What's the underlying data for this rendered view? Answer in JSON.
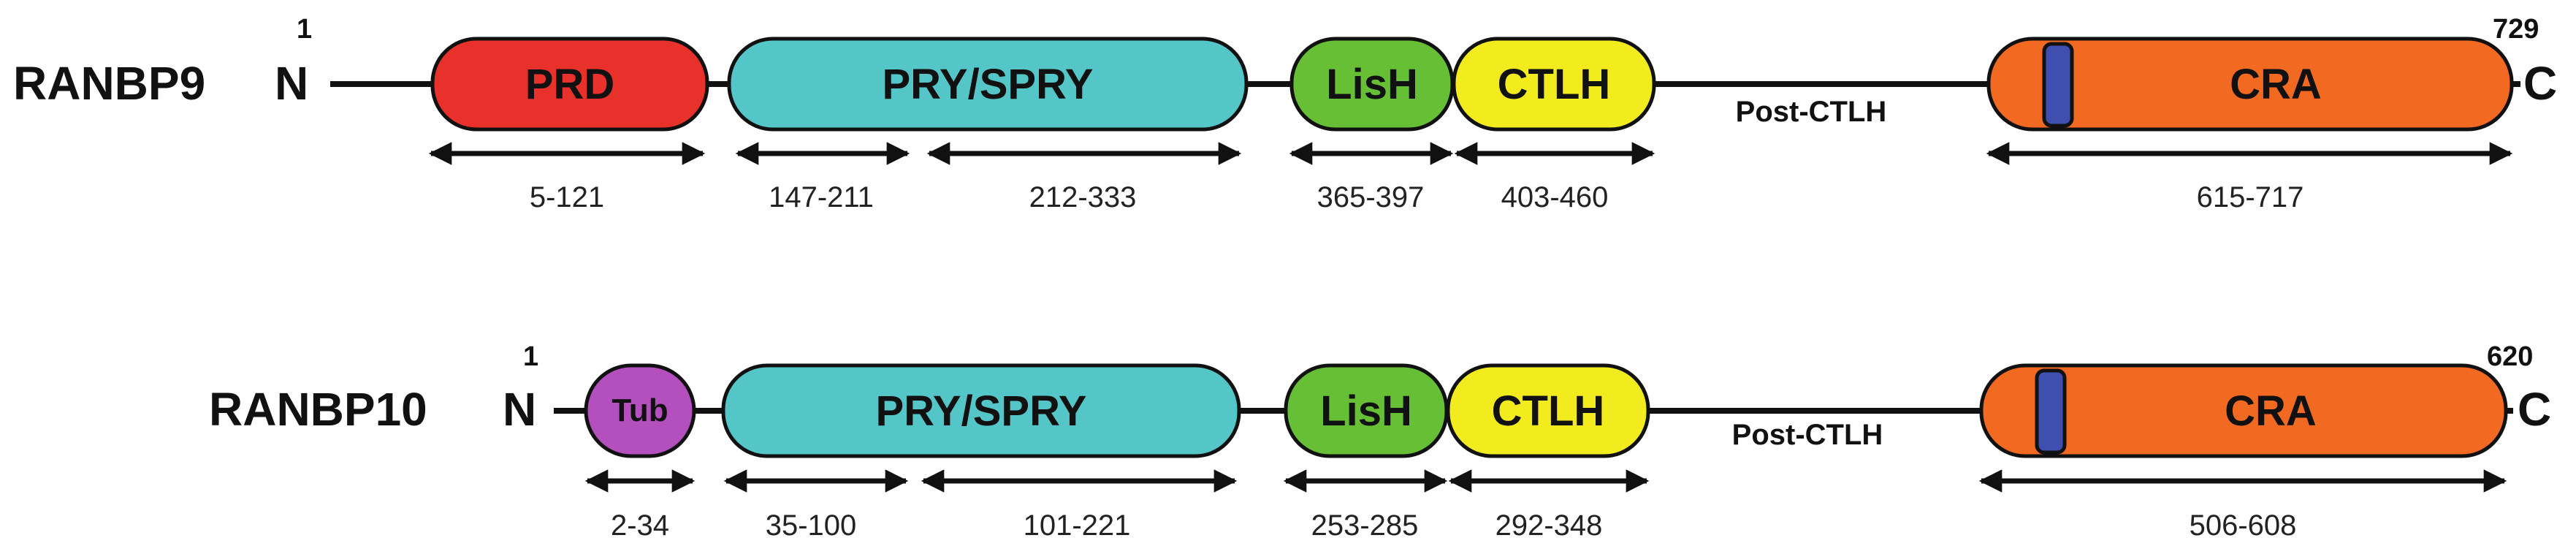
{
  "rows": [
    {
      "protein": "RANBP9",
      "n_term": "N",
      "c_term": "C",
      "start": "1",
      "end": "729",
      "domains": [
        {
          "label": "PRD",
          "color": "#e8312a"
        },
        {
          "label": "PRY/SPRY",
          "color": "#55c6c8"
        },
        {
          "label": "LisH",
          "color": "#66bf35"
        },
        {
          "label": "CTLH",
          "color": "#f2ec1f"
        },
        {
          "label": "CRA",
          "color": "#f26a22"
        }
      ],
      "region": "Post-CTLH",
      "ranges": [
        "5-121",
        "147-211",
        "212-333",
        "365-397",
        "403-460",
        "615-717"
      ]
    },
    {
      "protein": "RANBP10",
      "n_term": "N",
      "c_term": "C",
      "start": "1",
      "end": "620",
      "domains": [
        {
          "label": "Tub",
          "color": "#b44fbe"
        },
        {
          "label": "PRY/SPRY",
          "color": "#55c6c8"
        },
        {
          "label": "LisH",
          "color": "#66bf35"
        },
        {
          "label": "CTLH",
          "color": "#f2ec1f"
        },
        {
          "label": "CRA",
          "color": "#f26a22"
        }
      ],
      "region": "Post-CTLH",
      "ranges": [
        "2-34",
        "35-100",
        "101-221",
        "253-285",
        "292-348",
        "506-608"
      ]
    }
  ],
  "colors": {
    "line": "#111111",
    "stripe": "#3f4fb0"
  }
}
